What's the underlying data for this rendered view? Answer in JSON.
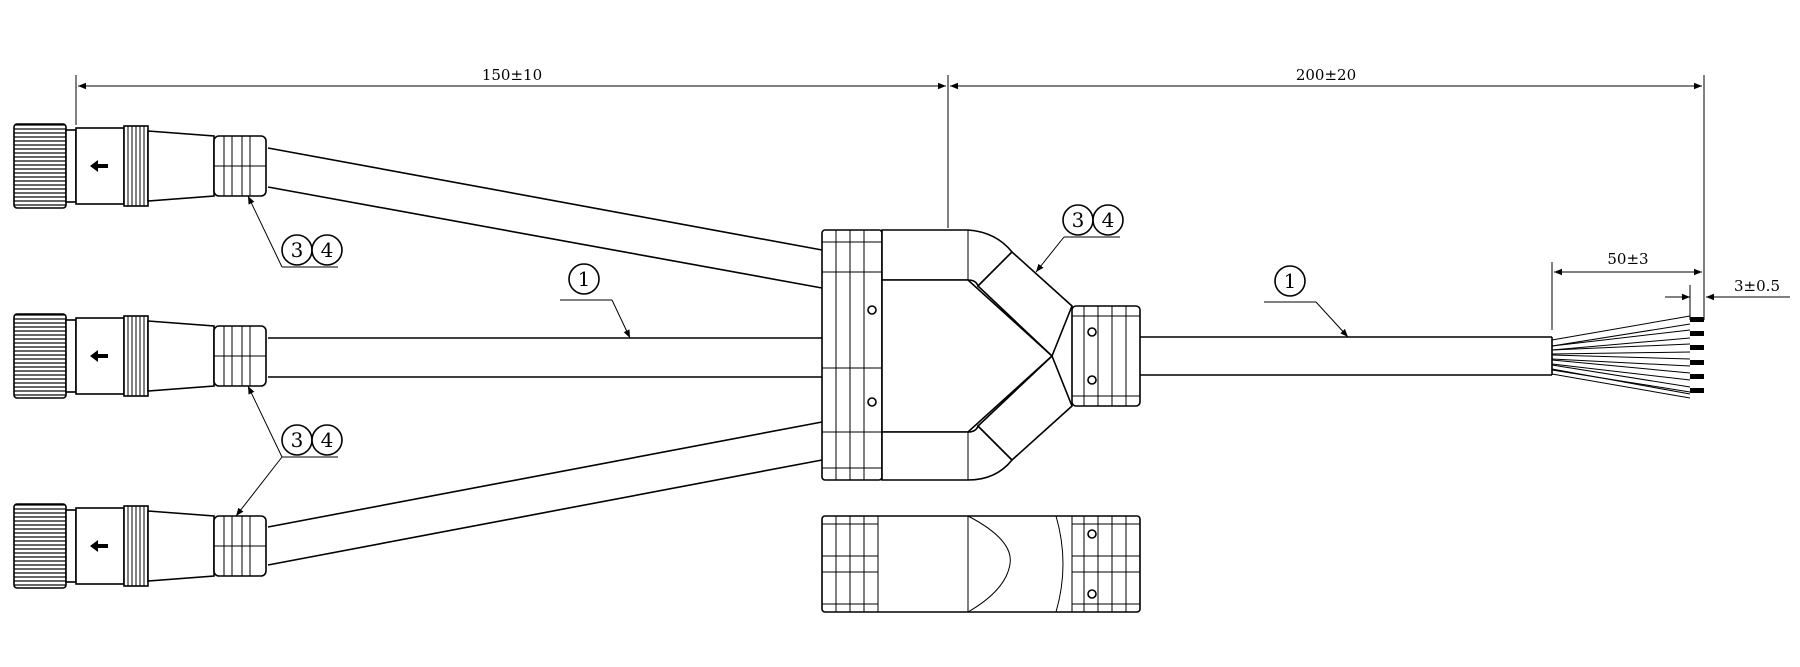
{
  "dimensions": {
    "left_length": "150±10",
    "right_length": "200±20",
    "strip_length": "50±3",
    "tip_length": "3±0.5"
  },
  "callouts": {
    "cable_item": "1",
    "part_a": "3",
    "part_b": "4"
  },
  "colors": {
    "line": "#000000",
    "background": "#ffffff"
  }
}
